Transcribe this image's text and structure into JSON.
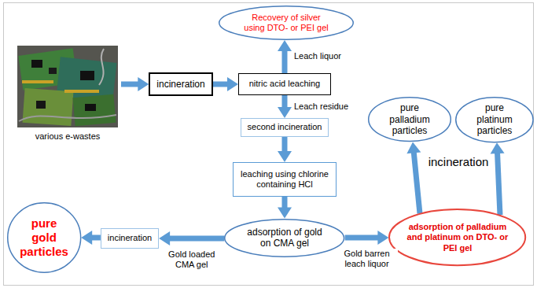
{
  "diagram": {
    "nodes": [
      {
        "text": [
          "various e-wastes"
        ]
      },
      {
        "text": [
          "incineration"
        ]
      },
      {
        "text": [
          "nitric acid leaching"
        ]
      },
      {
        "text": [
          "Recovery of silver using DTO- or PEI gel"
        ]
      },
      {
        "text": [
          "second incineration"
        ]
      },
      {
        "text": [
          "leaching using chlorine containing HCl"
        ]
      },
      {
        "text": [
          "adsorption of gold on CMA gel"
        ]
      },
      {
        "text": [
          "incineration"
        ]
      },
      {
        "text": [
          "pure gold particles"
        ]
      },
      {
        "text": [
          "adsorption of palladium and platinum on DTO- or PEI gel"
        ]
      },
      {
        "text": [
          "pure palladium particles"
        ]
      },
      {
        "text": [
          "pure platinum particles"
        ]
      }
    ],
    "edges": [
      {
        "from": 0,
        "to": 1,
        "arrow": "to"
      },
      {
        "from": 1,
        "to": 2,
        "arrow": "to"
      },
      {
        "from": 2,
        "to": 3,
        "label": "Leach liquor",
        "arrow": "to"
      },
      {
        "from": 2,
        "to": 4,
        "label": "Leach residue",
        "arrow": "to"
      },
      {
        "from": 4,
        "to": 5,
        "arrow": "to"
      },
      {
        "from": 5,
        "to": 6,
        "arrow": "to"
      },
      {
        "from": 6,
        "to": 7,
        "label": "Gold loaded CMA gel",
        "arrow": "to"
      },
      {
        "from": 7,
        "to": 8,
        "arrow": "to"
      },
      {
        "from": 6,
        "to": 9,
        "label": "Gold barren leach liquor",
        "arrow": "to"
      },
      {
        "from": 9,
        "to": 10,
        "arrow": "to"
      },
      {
        "from": 9,
        "to": 11,
        "arrow": "to"
      }
    ],
    "labels": [
      "incineration"
    ]
  }
}
